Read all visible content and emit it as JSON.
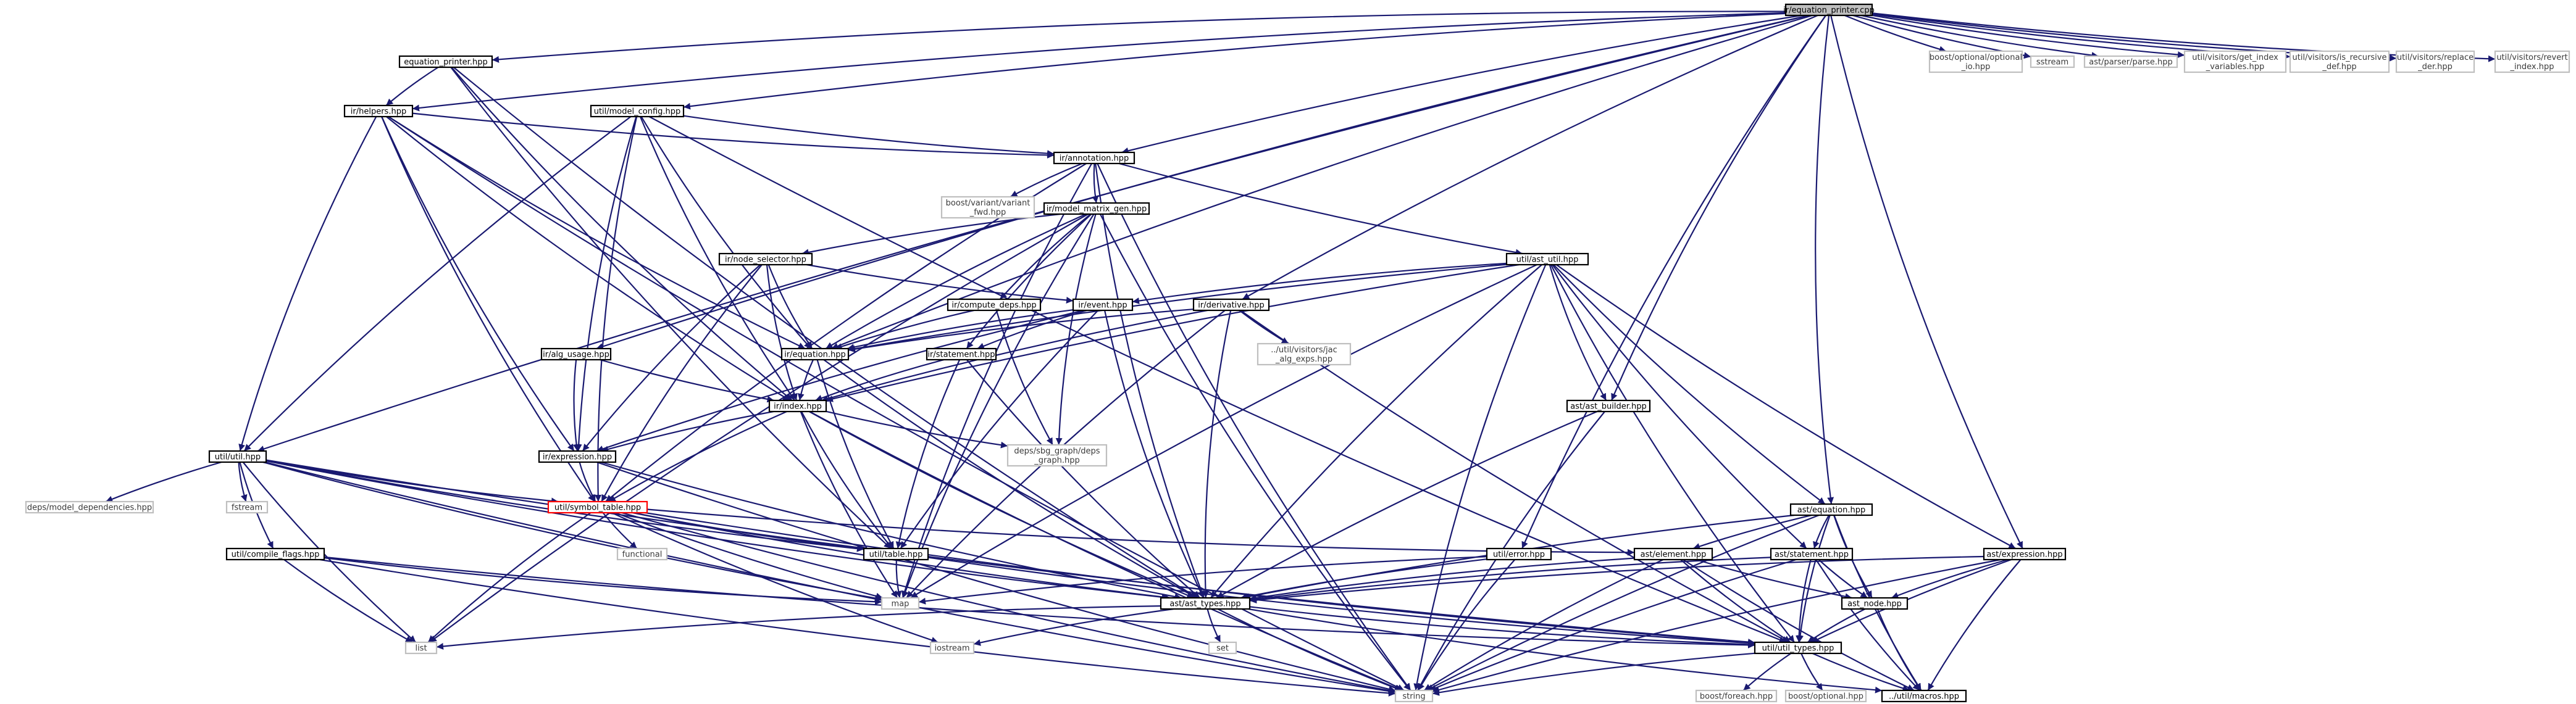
{
  "colors": {
    "edge": "#191970",
    "node_border": "#000000",
    "node_border_external": "#bfbfbf",
    "node_border_undocumented": "#ff0000",
    "root_fill": "#bfbfbf",
    "node_fill": "#ffffff",
    "label_solid": "#000000",
    "label_external": "#3a3a3a"
  },
  "nodes": [
    {
      "id": "root",
      "lines": [
        "ir/equation_printer.cpp"
      ],
      "kind": "root"
    },
    {
      "id": "eq_printer_hpp",
      "lines": [
        "equation_printer.hpp"
      ],
      "kind": "doc"
    },
    {
      "id": "ir_helpers",
      "lines": [
        "ir/helpers.hpp"
      ],
      "kind": "doc"
    },
    {
      "id": "util_model_config",
      "lines": [
        "util/model_config.hpp"
      ],
      "kind": "doc"
    },
    {
      "id": "ir_annotation",
      "lines": [
        "ir/annotation.hpp"
      ],
      "kind": "doc"
    },
    {
      "id": "boost_variant_fwd",
      "lines": [
        "boost/variant/variant",
        "_fwd.hpp"
      ],
      "kind": "ext"
    },
    {
      "id": "ir_model_matrix_gen",
      "lines": [
        "ir/model_matrix_gen.hpp"
      ],
      "kind": "doc"
    },
    {
      "id": "ir_node_selector",
      "lines": [
        "ir/node_selector.hpp"
      ],
      "kind": "doc"
    },
    {
      "id": "ir_compute_deps",
      "lines": [
        "ir/compute_deps.hpp"
      ],
      "kind": "doc"
    },
    {
      "id": "ir_event",
      "lines": [
        "ir/event.hpp"
      ],
      "kind": "doc"
    },
    {
      "id": "ir_derivative",
      "lines": [
        "ir/derivative.hpp"
      ],
      "kind": "doc"
    },
    {
      "id": "util_visitors_jac",
      "lines": [
        "../util/visitors/jac",
        "_alg_exps.hpp"
      ],
      "kind": "ext"
    },
    {
      "id": "ir_equation",
      "lines": [
        "ir/equation.hpp"
      ],
      "kind": "doc"
    },
    {
      "id": "ir_statement",
      "lines": [
        "ir/statement.hpp"
      ],
      "kind": "doc"
    },
    {
      "id": "ir_alg_usage",
      "lines": [
        "ir/alg_usage.hpp"
      ],
      "kind": "doc"
    },
    {
      "id": "ir_index",
      "lines": [
        "ir/index.hpp"
      ],
      "kind": "doc"
    },
    {
      "id": "deps_sbg_graph",
      "lines": [
        "deps/sbg_graph/deps",
        "_graph.hpp"
      ],
      "kind": "ext"
    },
    {
      "id": "util_util",
      "lines": [
        "util/util.hpp"
      ],
      "kind": "doc"
    },
    {
      "id": "ir_expression",
      "lines": [
        "ir/expression.hpp"
      ],
      "kind": "doc"
    },
    {
      "id": "deps_model_dependencies",
      "lines": [
        "deps/model_dependencies.hpp"
      ],
      "kind": "ext"
    },
    {
      "id": "fstream",
      "lines": [
        "fstream"
      ],
      "kind": "ext"
    },
    {
      "id": "util_symbol_table",
      "lines": [
        "util/symbol_table.hpp"
      ],
      "kind": "undoc"
    },
    {
      "id": "util_compile_flags",
      "lines": [
        "util/compile_flags.hpp"
      ],
      "kind": "doc"
    },
    {
      "id": "functional",
      "lines": [
        "functional"
      ],
      "kind": "ext"
    },
    {
      "id": "util_table",
      "lines": [
        "util/table.hpp"
      ],
      "kind": "doc"
    },
    {
      "id": "util_ast_util",
      "lines": [
        "util/ast_util.hpp"
      ],
      "kind": "doc"
    },
    {
      "id": "ast_ast_builder",
      "lines": [
        "ast/ast_builder.hpp"
      ],
      "kind": "doc"
    },
    {
      "id": "util_error",
      "lines": [
        "util/error.hpp"
      ],
      "kind": "doc"
    },
    {
      "id": "ast_equation",
      "lines": [
        "ast/equation.hpp"
      ],
      "kind": "doc"
    },
    {
      "id": "ast_element",
      "lines": [
        "ast/element.hpp"
      ],
      "kind": "doc"
    },
    {
      "id": "ast_statement",
      "lines": [
        "ast/statement.hpp"
      ],
      "kind": "doc"
    },
    {
      "id": "ast_expression",
      "lines": [
        "ast/expression.hpp"
      ],
      "kind": "doc"
    },
    {
      "id": "map",
      "lines": [
        "map"
      ],
      "kind": "ext"
    },
    {
      "id": "ast_ast_types",
      "lines": [
        "ast/ast_types.hpp"
      ],
      "kind": "doc"
    },
    {
      "id": "ast_node",
      "lines": [
        "ast_node.hpp"
      ],
      "kind": "doc"
    },
    {
      "id": "list",
      "lines": [
        "list"
      ],
      "kind": "ext"
    },
    {
      "id": "iostream",
      "lines": [
        "iostream"
      ],
      "kind": "ext"
    },
    {
      "id": "set",
      "lines": [
        "set"
      ],
      "kind": "ext"
    },
    {
      "id": "util_util_types",
      "lines": [
        "util/util_types.hpp"
      ],
      "kind": "doc"
    },
    {
      "id": "string",
      "lines": [
        "string"
      ],
      "kind": "ext"
    },
    {
      "id": "boost_foreach",
      "lines": [
        "boost/foreach.hpp"
      ],
      "kind": "ext"
    },
    {
      "id": "boost_optional_hpp",
      "lines": [
        "boost/optional.hpp"
      ],
      "kind": "ext"
    },
    {
      "id": "util_macros",
      "lines": [
        "../util/macros.hpp"
      ],
      "kind": "doc"
    },
    {
      "id": "boost_optional_io",
      "lines": [
        "boost/optional/optional",
        "_io.hpp"
      ],
      "kind": "ext"
    },
    {
      "id": "sstream",
      "lines": [
        "sstream"
      ],
      "kind": "ext"
    },
    {
      "id": "ast_parser_parse",
      "lines": [
        "ast/parser/parse.hpp"
      ],
      "kind": "ext"
    },
    {
      "id": "visitors_get_index",
      "lines": [
        "util/visitors/get_index",
        "_variables.hpp"
      ],
      "kind": "ext"
    },
    {
      "id": "visitors_is_recursive",
      "lines": [
        "util/visitors/is_recursive",
        "_def.hpp"
      ],
      "kind": "ext"
    },
    {
      "id": "visitors_replace_der",
      "lines": [
        "util/visitors/replace",
        "_der.hpp"
      ],
      "kind": "ext"
    },
    {
      "id": "visitors_revert_index",
      "lines": [
        "util/visitors/revert",
        "_index.hpp"
      ],
      "kind": "ext"
    }
  ],
  "edges": [
    [
      "root",
      "eq_printer_hpp"
    ],
    [
      "root",
      "ir_helpers"
    ],
    [
      "root",
      "util_model_config"
    ],
    [
      "root",
      "ir_annotation"
    ],
    [
      "root",
      "ir_equation"
    ],
    [
      "root",
      "ir_alg_usage"
    ],
    [
      "root",
      "util_util"
    ],
    [
      "root",
      "ir_derivative"
    ],
    [
      "root",
      "ast_ast_builder"
    ],
    [
      "root",
      "util_error"
    ],
    [
      "root",
      "ast_equation"
    ],
    [
      "root",
      "ast_expression"
    ],
    [
      "root",
      "boost_optional_io"
    ],
    [
      "root",
      "sstream"
    ],
    [
      "root",
      "ast_parser_parse"
    ],
    [
      "root",
      "visitors_get_index"
    ],
    [
      "root",
      "visitors_is_recursive"
    ],
    [
      "root",
      "visitors_replace_der"
    ],
    [
      "root",
      "visitors_revert_index"
    ],
    [
      "eq_printer_hpp",
      "ir_helpers"
    ],
    [
      "eq_printer_hpp",
      "ir_index"
    ],
    [
      "eq_printer_hpp",
      "ast_ast_types"
    ],
    [
      "eq_printer_hpp",
      "util_table"
    ],
    [
      "ir_helpers",
      "ir_annotation"
    ],
    [
      "ir_helpers",
      "util_util"
    ],
    [
      "ir_helpers",
      "ir_equation"
    ],
    [
      "ir_helpers",
      "ir_index"
    ],
    [
      "ir_helpers",
      "ir_expression"
    ],
    [
      "ir_helpers",
      "util_symbol_table"
    ],
    [
      "ir_helpers",
      "string"
    ],
    [
      "util_model_config",
      "ir_annotation"
    ],
    [
      "util_model_config",
      "util_util"
    ],
    [
      "util_model_config",
      "ir_equation"
    ],
    [
      "util_model_config",
      "ir_index"
    ],
    [
      "util_model_config",
      "util_symbol_table"
    ],
    [
      "util_model_config",
      "ir_expression"
    ],
    [
      "util_model_config",
      "util_util_types"
    ],
    [
      "ir_annotation",
      "boost_variant_fwd"
    ],
    [
      "ir_annotation",
      "ir_model_matrix_gen"
    ],
    [
      "ir_annotation",
      "util_ast_util"
    ],
    [
      "ir_annotation",
      "util_symbol_table"
    ],
    [
      "ir_annotation",
      "ast_ast_types"
    ],
    [
      "ir_annotation",
      "string"
    ],
    [
      "ir_annotation",
      "map"
    ],
    [
      "ir_model_matrix_gen",
      "ir_node_selector"
    ],
    [
      "ir_model_matrix_gen",
      "ir_compute_deps"
    ],
    [
      "ir_model_matrix_gen",
      "ir_statement"
    ],
    [
      "ir_model_matrix_gen",
      "deps_sbg_graph"
    ],
    [
      "ir_model_matrix_gen",
      "ir_equation"
    ],
    [
      "ir_model_matrix_gen",
      "map"
    ],
    [
      "ir_model_matrix_gen",
      "string"
    ],
    [
      "ir_model_matrix_gen",
      "list"
    ],
    [
      "ir_node_selector",
      "ir_event"
    ],
    [
      "ir_node_selector",
      "ir_equation"
    ],
    [
      "ir_node_selector",
      "ir_index"
    ],
    [
      "ir_node_selector",
      "ir_expression"
    ],
    [
      "ir_node_selector",
      "util_symbol_table"
    ],
    [
      "ir_compute_deps",
      "ir_equation"
    ],
    [
      "ir_compute_deps",
      "deps_sbg_graph"
    ],
    [
      "ir_event",
      "ir_equation"
    ],
    [
      "ir_event",
      "ir_statement"
    ],
    [
      "ir_event",
      "ir_expression"
    ],
    [
      "ir_event",
      "util_table"
    ],
    [
      "ir_event",
      "ast_ast_types"
    ],
    [
      "ir_derivative",
      "util_visitors_jac"
    ],
    [
      "ir_derivative",
      "ir_equation"
    ],
    [
      "ir_derivative",
      "ir_index"
    ],
    [
      "ir_derivative",
      "ast_ast_types"
    ],
    [
      "ir_derivative",
      "map"
    ],
    [
      "ir_derivative",
      "util_util_types"
    ],
    [
      "ir_equation",
      "ir_index"
    ],
    [
      "ir_equation",
      "util_table"
    ],
    [
      "ir_equation",
      "ast_ast_types"
    ],
    [
      "ir_statement",
      "ir_index"
    ],
    [
      "ir_statement",
      "util_table"
    ],
    [
      "ir_statement",
      "ast_ast_types"
    ],
    [
      "ir_alg_usage",
      "ir_index"
    ],
    [
      "ir_alg_usage",
      "ir_expression"
    ],
    [
      "ir_index",
      "deps_sbg_graph"
    ],
    [
      "ir_index",
      "ir_expression"
    ],
    [
      "ir_index",
      "util_symbol_table"
    ],
    [
      "ir_index",
      "util_table"
    ],
    [
      "ir_index",
      "map"
    ],
    [
      "ir_index",
      "string"
    ],
    [
      "ir_index",
      "ast_ast_types"
    ],
    [
      "util_util",
      "deps_model_dependencies"
    ],
    [
      "util_util",
      "fstream"
    ],
    [
      "util_util",
      "util_compile_flags"
    ],
    [
      "util_util",
      "util_symbol_table"
    ],
    [
      "util_util",
      "util_table"
    ],
    [
      "util_util",
      "ast_ast_types"
    ],
    [
      "util_util",
      "list"
    ],
    [
      "util_util",
      "string"
    ],
    [
      "util_util",
      "map"
    ],
    [
      "util_util",
      "util_util_types"
    ],
    [
      "ir_expression",
      "util_symbol_table"
    ],
    [
      "ir_expression",
      "ast_ast_types"
    ],
    [
      "ir_expression",
      "string"
    ],
    [
      "util_symbol_table",
      "functional"
    ],
    [
      "util_symbol_table",
      "util_table"
    ],
    [
      "util_symbol_table",
      "ast_ast_types"
    ],
    [
      "util_symbol_table",
      "map"
    ],
    [
      "util_symbol_table",
      "list"
    ],
    [
      "util_symbol_table",
      "string"
    ],
    [
      "util_symbol_table",
      "iostream"
    ],
    [
      "util_symbol_table",
      "util_util_types"
    ],
    [
      "util_symbol_table",
      "ast_element"
    ],
    [
      "util_compile_flags",
      "list"
    ],
    [
      "util_compile_flags",
      "map"
    ],
    [
      "util_compile_flags",
      "string"
    ],
    [
      "util_compile_flags",
      "util_util_types"
    ],
    [
      "util_table",
      "map"
    ],
    [
      "util_table",
      "util_util_types"
    ],
    [
      "util_ast_util",
      "ir_event"
    ],
    [
      "util_ast_util",
      "ir_equation"
    ],
    [
      "util_ast_util",
      "ast_ast_builder"
    ],
    [
      "util_ast_util",
      "ast_equation"
    ],
    [
      "util_ast_util",
      "ast_statement"
    ],
    [
      "util_ast_util",
      "ast_expression"
    ],
    [
      "util_ast_util",
      "ast_ast_types"
    ],
    [
      "util_ast_util",
      "util_util_types"
    ],
    [
      "util_ast_util",
      "string"
    ],
    [
      "util_ast_util",
      "map"
    ],
    [
      "util_ast_util",
      "ir_index"
    ],
    [
      "ast_ast_builder",
      "ast_ast_types"
    ],
    [
      "ast_ast_builder",
      "string"
    ],
    [
      "util_error",
      "map"
    ],
    [
      "util_error",
      "string"
    ],
    [
      "util_error",
      "ast_ast_types"
    ],
    [
      "ast_equation",
      "ast_element"
    ],
    [
      "ast_equation",
      "ast_statement"
    ],
    [
      "ast_equation",
      "ast_node"
    ],
    [
      "ast_equation",
      "util_util_types"
    ],
    [
      "ast_equation",
      "ast_ast_types"
    ],
    [
      "ast_equation",
      "util_macros"
    ],
    [
      "ast_equation",
      "string"
    ],
    [
      "ast_element",
      "ast_ast_types"
    ],
    [
      "ast_element",
      "ast_node"
    ],
    [
      "ast_element",
      "util_util_types"
    ],
    [
      "ast_element",
      "util_macros"
    ],
    [
      "ast_element",
      "string"
    ],
    [
      "ast_statement",
      "ast_ast_types"
    ],
    [
      "ast_statement",
      "ast_node"
    ],
    [
      "ast_statement",
      "util_util_types"
    ],
    [
      "ast_statement",
      "util_macros"
    ],
    [
      "ast_statement",
      "string"
    ],
    [
      "ast_expression",
      "ast_node"
    ],
    [
      "ast_expression",
      "util_util_types"
    ],
    [
      "ast_expression",
      "ast_ast_types"
    ],
    [
      "ast_expression",
      "util_macros"
    ],
    [
      "ast_expression",
      "string"
    ],
    [
      "ast_ast_types",
      "list"
    ],
    [
      "ast_ast_types",
      "iostream"
    ],
    [
      "ast_ast_types",
      "set"
    ],
    [
      "ast_ast_types",
      "string"
    ],
    [
      "ast_ast_types",
      "util_util_types"
    ],
    [
      "ast_ast_types",
      "util_macros"
    ],
    [
      "ast_node",
      "util_util_types"
    ],
    [
      "ast_node",
      "util_macros"
    ],
    [
      "util_util_types",
      "boost_foreach"
    ],
    [
      "util_util_types",
      "boost_optional_hpp"
    ],
    [
      "util_util_types",
      "util_macros"
    ],
    [
      "util_util_types",
      "string"
    ]
  ]
}
